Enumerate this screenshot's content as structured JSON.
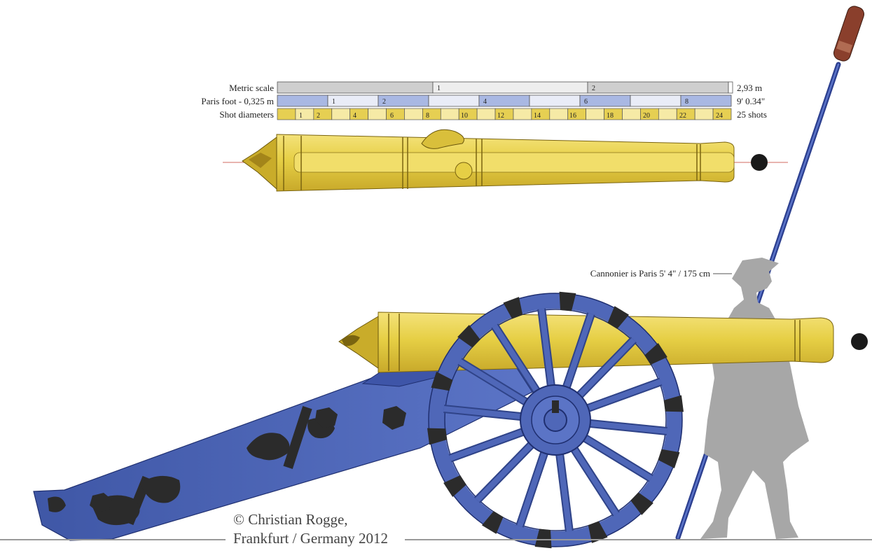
{
  "scales": {
    "metric": {
      "label": "Metric scale",
      "ticks": [
        "1",
        "2"
      ],
      "end": "2,93 m"
    },
    "paris": {
      "label": "Paris foot - 0,325 m",
      "ticks": [
        "1",
        "2",
        "4",
        "6",
        "8"
      ],
      "end": "9' 0.34\""
    },
    "shot": {
      "label": "Shot diameters",
      "ticks": [
        "1",
        "2",
        "4",
        "6",
        "8",
        "10",
        "12",
        "14",
        "16",
        "18",
        "20",
        "22",
        "24"
      ],
      "end": "25 shots"
    }
  },
  "figure_note": "Cannonier is Paris 5' 4\" / 175 cm",
  "copyright": {
    "line1": "© Christian Rogge,",
    "line2": "Frankfurt / Germany 2012"
  },
  "colors": {
    "bronze": "#e8d04a",
    "bronze_dark": "#b89a1c",
    "carriage": "#4f67b8",
    "carriage_dark": "#2f4388",
    "iron": "#2b2b2b",
    "figure": "#a7a7a7",
    "metric_bar": "#d9d9d9",
    "paris_bar": "#a9b8e3",
    "shot_bar": "#e6cf52"
  }
}
